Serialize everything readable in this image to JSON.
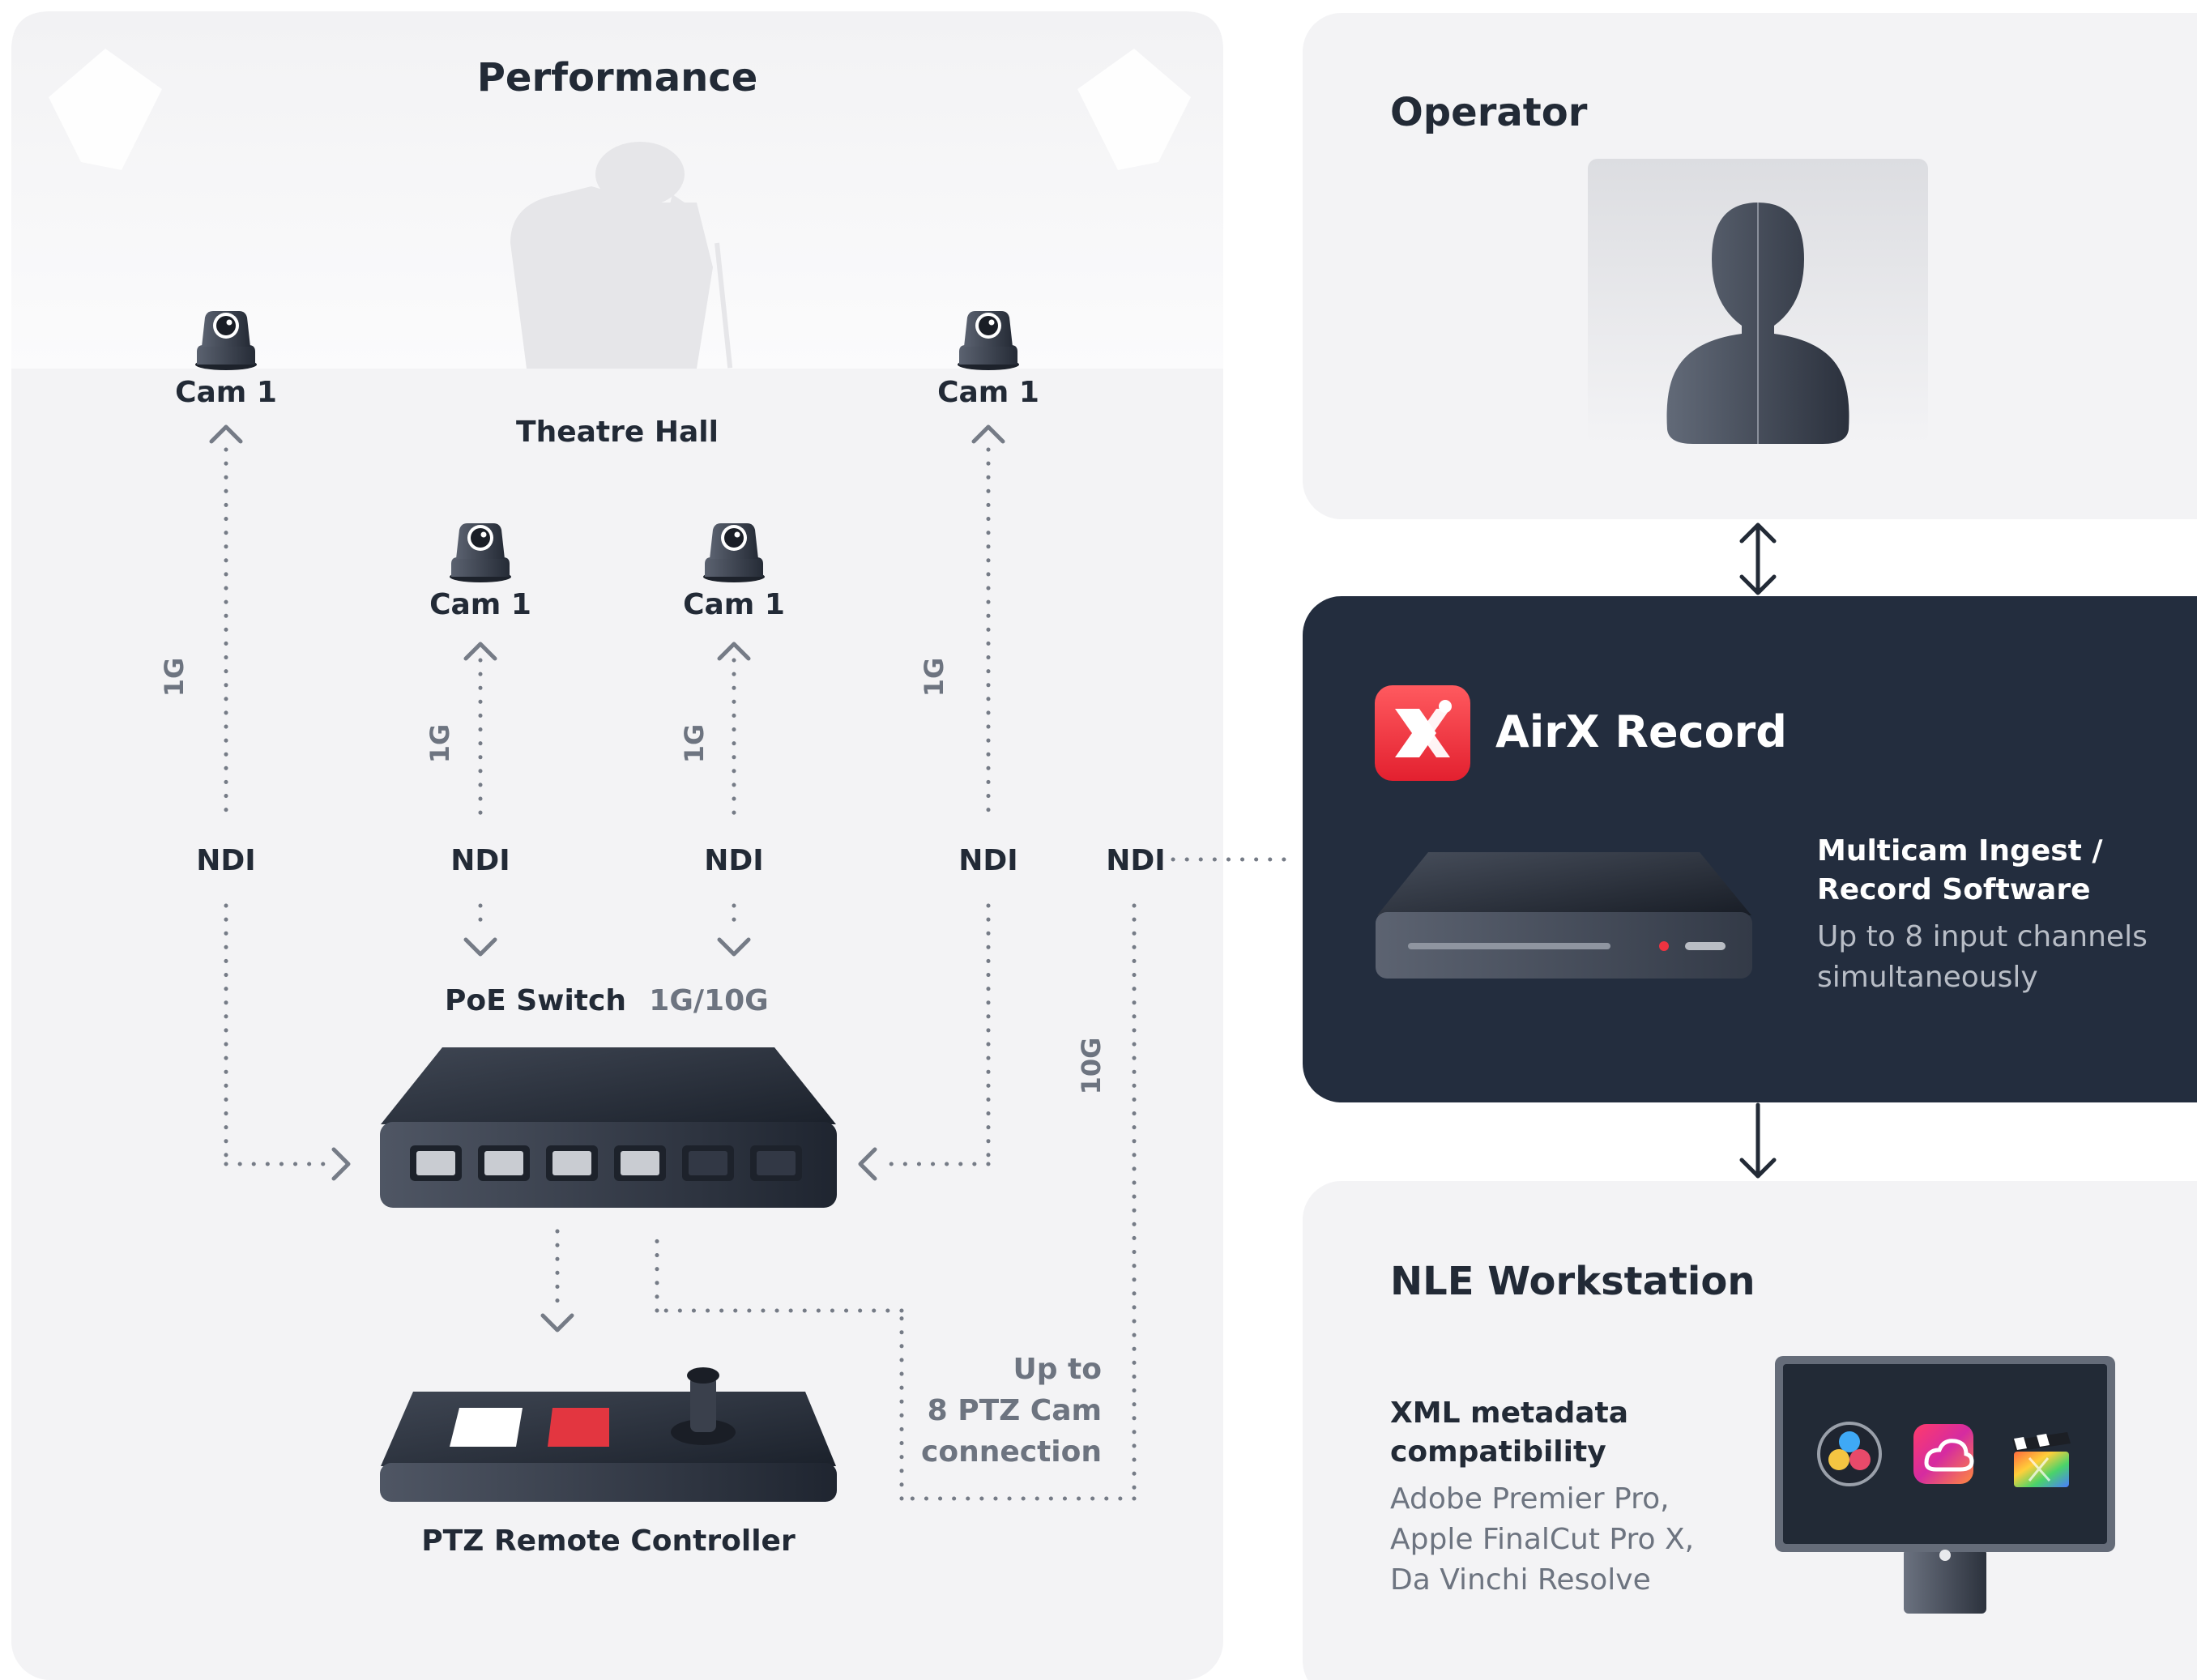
{
  "performance": {
    "title": "Performance",
    "hall_label": "Theatre Hall",
    "cameras": [
      {
        "label": "Cam 1",
        "link_speed": "1G",
        "protocol": "NDI"
      },
      {
        "label": "Cam 1",
        "link_speed": "1G",
        "protocol": "NDI"
      },
      {
        "label": "Cam 1",
        "link_speed": "1G",
        "protocol": "NDI"
      },
      {
        "label": "Cam 1",
        "link_speed": "1G",
        "protocol": "NDI"
      }
    ],
    "uplink": {
      "protocol": "NDI",
      "speed": "10G"
    },
    "switch": {
      "label": "PoE Switch",
      "speed": "1G/10G"
    },
    "controller": {
      "label": "PTZ Remote Controller",
      "note_lines": [
        "Up to",
        "8 PTZ Cam",
        "connection"
      ]
    }
  },
  "operator": {
    "title": "Operator"
  },
  "recorder": {
    "app_name": "AirX Record",
    "feature_title_lines": [
      "Multicam Ingest /",
      "Record Software"
    ],
    "feature_desc_lines": [
      "Up to 8 input channels",
      "simultaneously"
    ]
  },
  "workstation": {
    "title": "NLE Workstation",
    "feature_title_lines": [
      "XML metadata",
      "compatibility"
    ],
    "feature_desc_lines": [
      "Adobe Premier Pro,",
      "Apple FinalCut Pro X,",
      "Da Vinchi Resolve"
    ],
    "app_icons": [
      "davinci-resolve-icon",
      "adobe-creative-cloud-icon",
      "final-cut-pro-icon"
    ]
  },
  "colors": {
    "panel_bg": "#f3f3f5",
    "dark_panel": "#232d3e",
    "text_dark": "#222a36",
    "text_muted": "#6d7480",
    "line_gray": "#757b86",
    "accent_red": "#ef3340"
  }
}
